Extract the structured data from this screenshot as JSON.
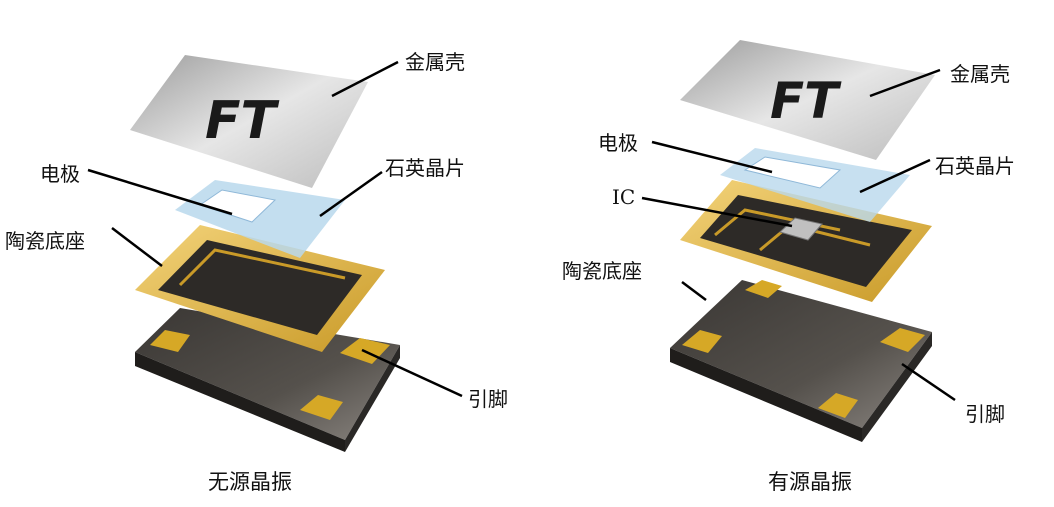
{
  "left": {
    "lid_text": "FT",
    "labels": {
      "shell": "金属壳",
      "electrode": "电极",
      "quartz": "石英晶片",
      "base": "陶瓷底座",
      "pins": "引脚"
    },
    "caption": "无源晶振"
  },
  "right": {
    "lid_text": "FT",
    "labels": {
      "shell": "金属壳",
      "electrode": "电极",
      "ic": "IC",
      "quartz": "石英晶片",
      "base": "陶瓷底座",
      "pins": "引脚"
    },
    "caption": "有源晶振"
  },
  "colors": {
    "gold": "#e0b23a",
    "dark": "#2e2b28",
    "lid": "#c8c8c8",
    "quartz": "#b9d8ec"
  }
}
